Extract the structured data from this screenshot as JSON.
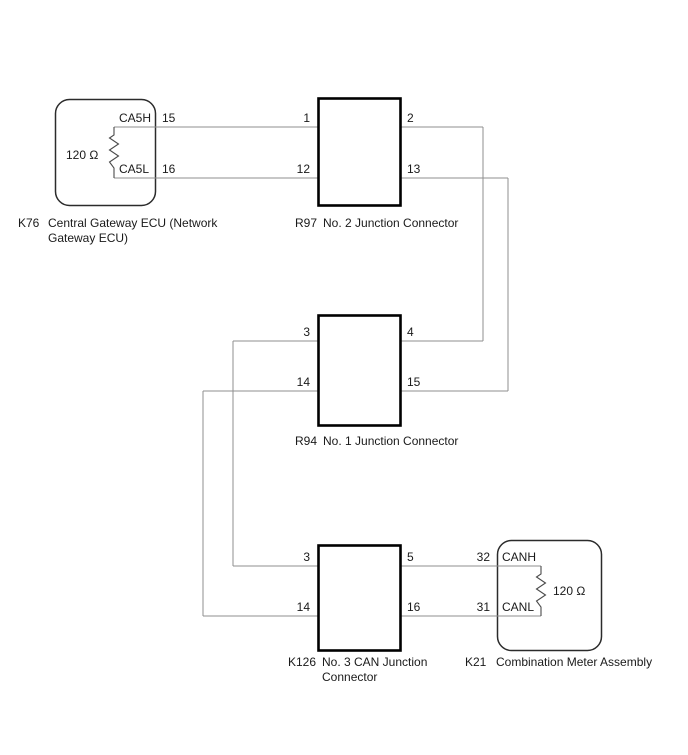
{
  "components": {
    "k76": {
      "code": "K76",
      "name_line1": "Central Gateway ECU (Network",
      "name_line2": "Gateway ECU)",
      "resistor_label": "120 Ω",
      "pin_high_name": "CA5H",
      "pin_low_name": "CA5L",
      "pin_high_number": "15",
      "pin_low_number": "16"
    },
    "r97": {
      "code": "R97",
      "name": "No. 2 Junction Connector",
      "pin_left_top": "1",
      "pin_right_top": "2",
      "pin_left_bottom": "12",
      "pin_right_bottom": "13"
    },
    "r94": {
      "code": "R94",
      "name": "No. 1 Junction Connector",
      "pin_left_top": "3",
      "pin_right_top": "4",
      "pin_left_bottom": "14",
      "pin_right_bottom": "15"
    },
    "k126": {
      "code": "K126",
      "name_line1": "No. 3 CAN Junction",
      "name_line2": "Connector",
      "pin_left_top": "3",
      "pin_right_top": "5",
      "pin_left_bottom": "14",
      "pin_right_bottom": "16"
    },
    "k21": {
      "code": "K21",
      "name": "Combination Meter Assembly",
      "resistor_label": "120 Ω",
      "pin_high_name": "CANH",
      "pin_low_name": "CANL",
      "pin_high_number": "32",
      "pin_low_number": "31"
    }
  },
  "colors": {
    "background": "#ffffff",
    "wire": "#8f8f8f",
    "junction_box_border": "#000000",
    "component_box_border": "#2b2b2b",
    "text": "#1a1a1a"
  }
}
